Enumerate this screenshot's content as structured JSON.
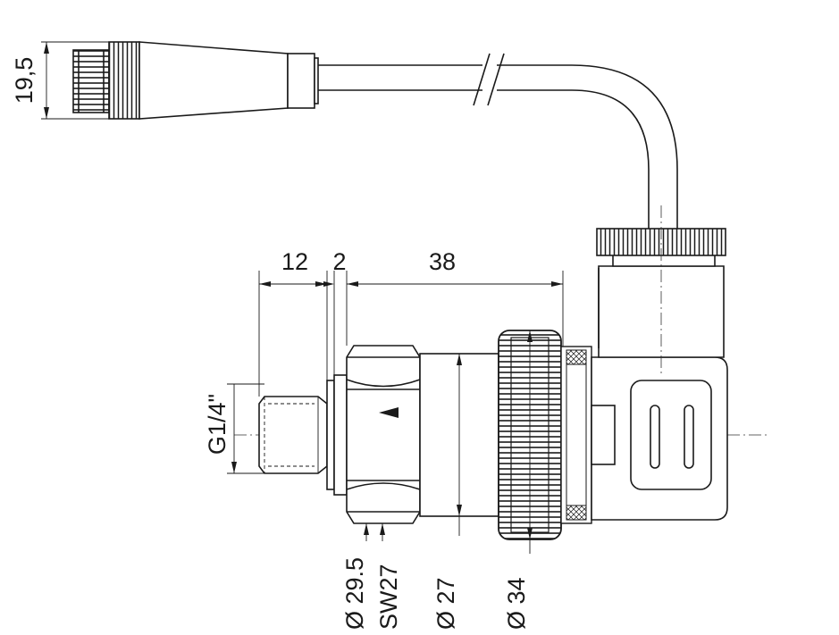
{
  "dimensions": {
    "connector_diameter": "19,5",
    "thread_length": "12",
    "gap": "2",
    "body_length": "38",
    "thread": "G1/4\"",
    "hex_diameter": "Ø 29.5",
    "wrench_size": "SW27",
    "body_diameter": "Ø 27",
    "nut_diameter": "Ø 34"
  },
  "colors": {
    "line": "#1a1a1a",
    "background": "#ffffff"
  }
}
